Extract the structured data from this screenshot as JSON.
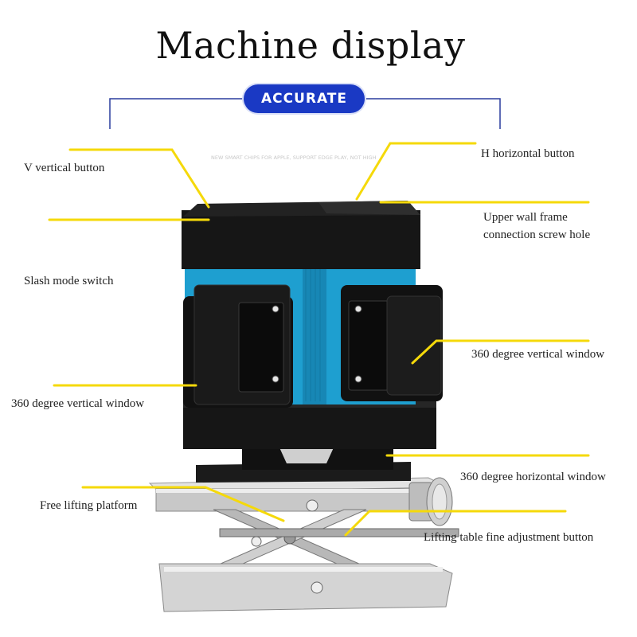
{
  "title": "Machine display",
  "badge": "ACCURATE",
  "fine_print": "NEW SMART CHIPS FOR APPLE, SUPPORT EDGE PLAY, NOT HIGH",
  "labels": {
    "v_button": "V vertical button",
    "h_button": "H horizontal button",
    "screw_hole_line1": "Upper wall frame",
    "screw_hole_line2": "connection screw hole",
    "slash_switch": "Slash mode switch",
    "vertical_window_right": "360 degree vertical window",
    "vertical_window_left": "360 degree vertical window",
    "horizontal_window": "360 degree horizontal window",
    "lifting_platform": "Free lifting platform",
    "fine_adjust": "Lifting table fine adjustment button"
  },
  "colors": {
    "badge": "#1a39c4",
    "leader_lines": "#f5d90a",
    "bracket": "#2a3d9e",
    "body_blue": "#1e9fd0",
    "housing": "#141414",
    "platform": "#c7c7c7"
  }
}
